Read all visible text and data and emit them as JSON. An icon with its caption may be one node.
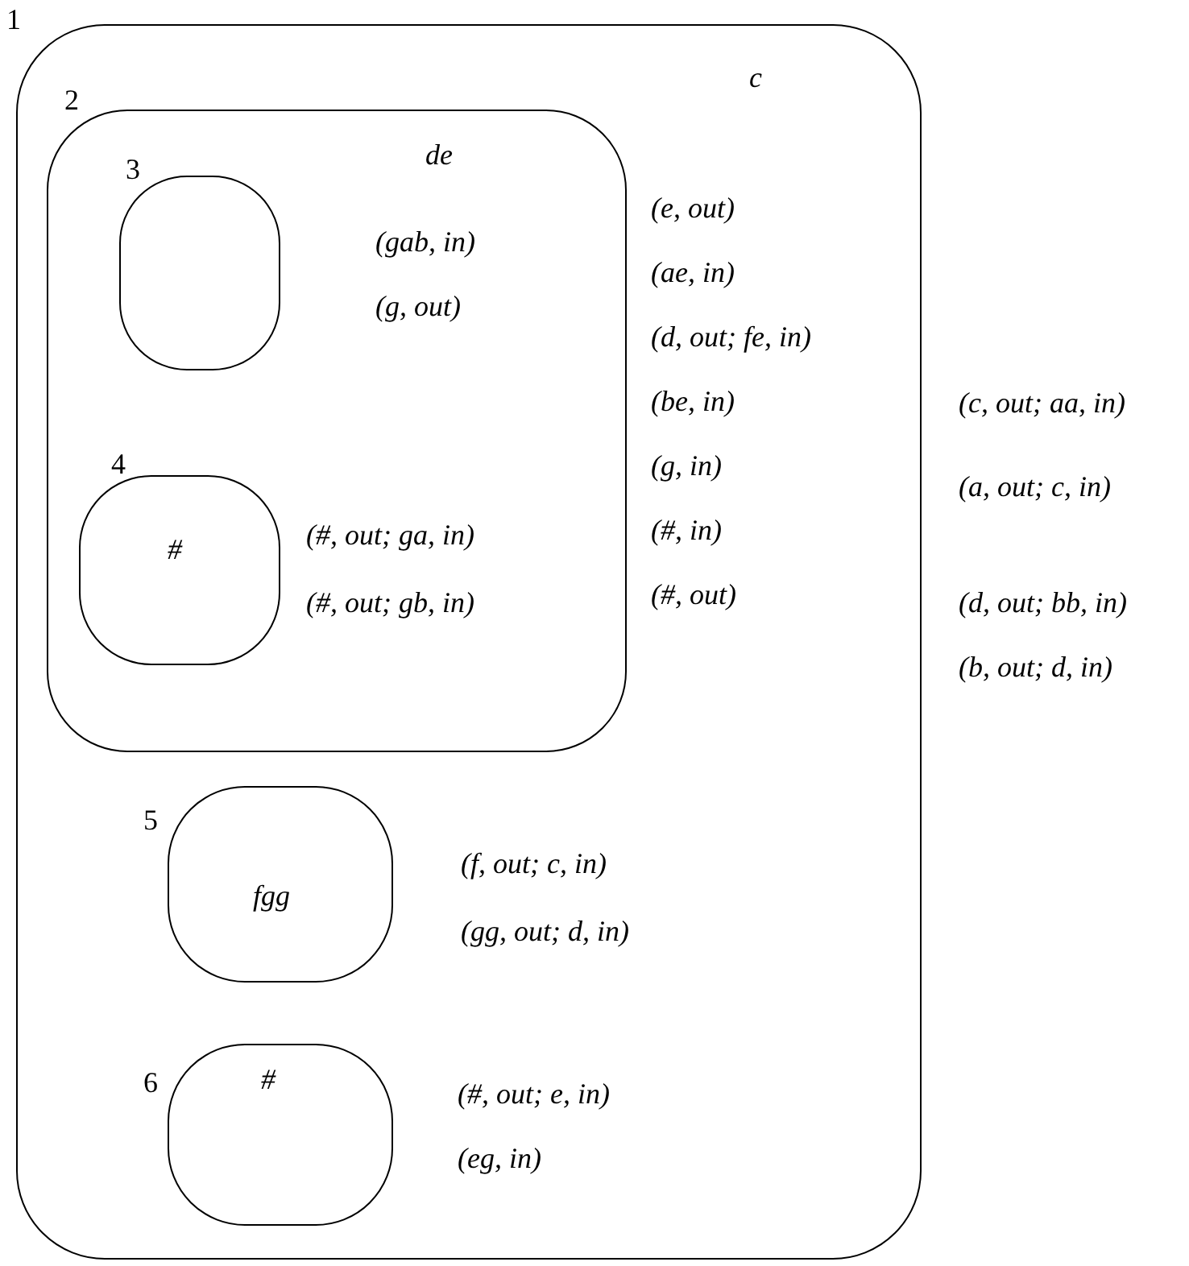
{
  "diagram": {
    "nodes": [
      {
        "text": [
          "1",
          "c"
        ],
        "beside": [
          "(c, out; aa, in)",
          "(a, out; c, in)",
          "(d, out; bb, in)",
          "(b, out; d, in)"
        ]
      },
      {
        "text": [
          "2",
          "de"
        ],
        "in": 0,
        "beside": [
          "(e, out)",
          "(ae, in)",
          "(d, out; fe, in)",
          "(be, in)",
          "(g, in)",
          "(#, in)",
          "(#, out)"
        ]
      },
      {
        "text": [
          "3"
        ],
        "in": 1,
        "beside": [
          "(gab, in)",
          "(g, out)"
        ]
      },
      {
        "text": [
          "4",
          "#"
        ],
        "in": 1,
        "beside": [
          "(#, out; ga, in)",
          "(#, out; gb, in)"
        ]
      },
      {
        "text": [
          "5",
          "fgg"
        ],
        "in": 0,
        "beside": [
          "(f, out; c, in)",
          "(gg, out; d, in)"
        ]
      },
      {
        "text": [
          "6",
          "#"
        ],
        "in": 0,
        "beside": [
          "(#, out; e, in)",
          "(eg, in)"
        ]
      }
    ]
  }
}
